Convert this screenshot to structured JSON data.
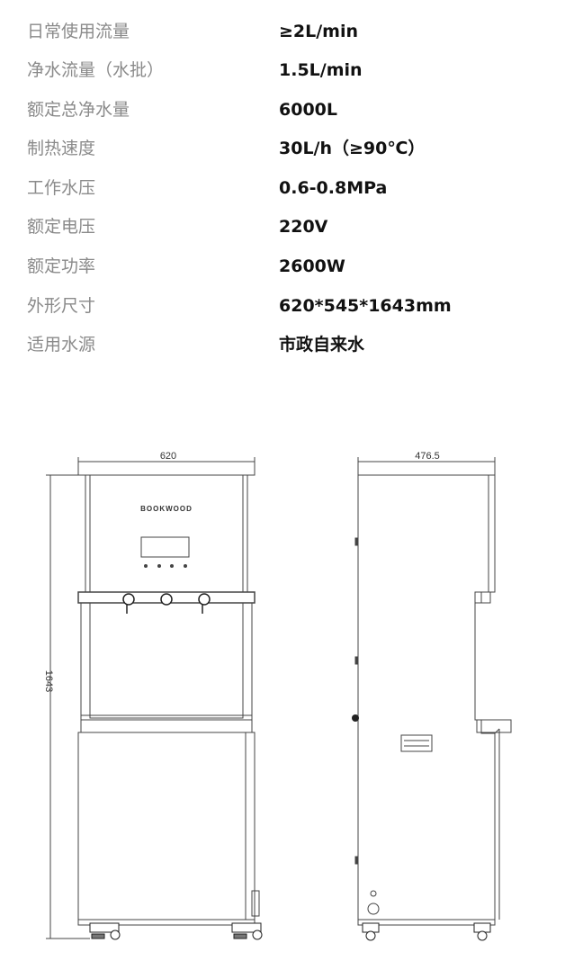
{
  "specs": [
    {
      "label": "日常使用流量",
      "value": "≥2L/min"
    },
    {
      "label": "净水流量（水批）",
      "value": "1.5L/min"
    },
    {
      "label": "额定总净水量",
      "value": "6000L"
    },
    {
      "label": "制热速度",
      "value": "30L/h（≥90℃）"
    },
    {
      "label": "工作水压",
      "value": "0.6-0.8MPa"
    },
    {
      "label": "额定电压",
      "value": "220V"
    },
    {
      "label": "额定功率",
      "value": "2600W"
    },
    {
      "label": "外形尺寸",
      "value": "620*545*1643mm"
    },
    {
      "label": "适用水源",
      "value": "市政自来水"
    }
  ],
  "drawing": {
    "front_width_label": "620",
    "height_label": "1643",
    "side_width_label": "476.5",
    "brand_mark": "BOOKWOOD"
  }
}
